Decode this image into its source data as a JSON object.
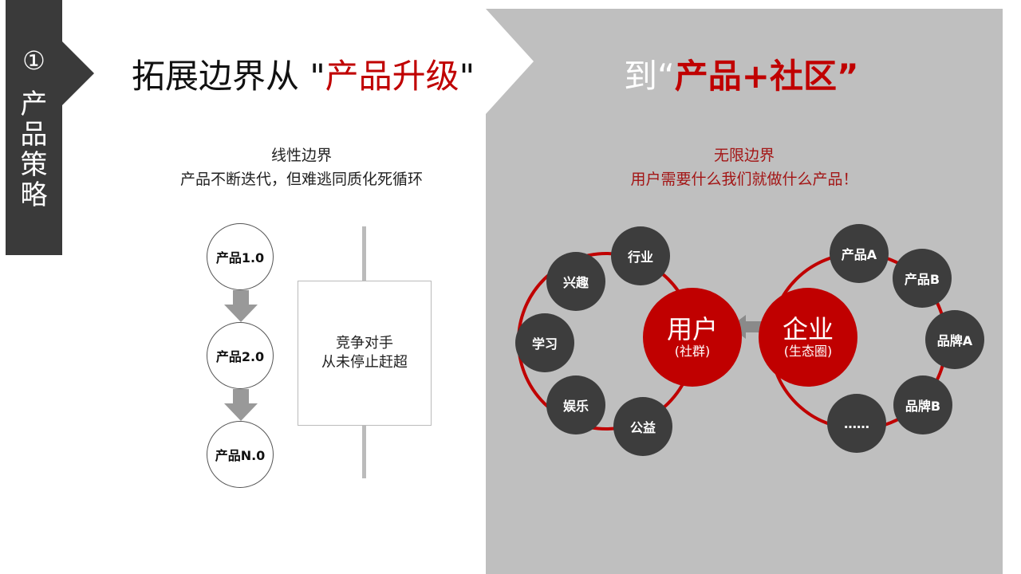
{
  "side_tab": {
    "number": "①",
    "title_chars": [
      "产",
      "品",
      "策",
      "略"
    ]
  },
  "headline_left": {
    "prefix": "拓展边界从 \"",
    "highlight": "产品升级",
    "suffix": "\""
  },
  "headline_right": {
    "prefix": "到“",
    "highlight": "产品+社区",
    "suffix": "”"
  },
  "left_sub": {
    "line1": "线性边界",
    "line2": "产品不断迭代，但难逃同质化死循环"
  },
  "right_sub": {
    "line1": "无限边界",
    "line2": "用户需要什么我们就做什么产品！"
  },
  "product_versions": [
    "产品1.0",
    "产品2.0",
    "产品N.0"
  ],
  "competitor": {
    "line1": "竞争对手",
    "line2": "从未停止赶超"
  },
  "user_hub": {
    "main": "用户",
    "sub": "(社群)"
  },
  "enterprise_hub": {
    "main": "企业",
    "sub": "(生态圈)"
  },
  "user_nodes": [
    "行业",
    "兴趣",
    "学习",
    "娱乐",
    "公益"
  ],
  "enterprise_nodes": [
    "产品A",
    "产品B",
    "品牌A",
    "品牌B",
    "……"
  ],
  "colors": {
    "accent_red": "#c00000",
    "dark_node": "#3d3d3d",
    "panel_gray": "#bfbfbf",
    "tab_dark": "#3a3a3a"
  }
}
